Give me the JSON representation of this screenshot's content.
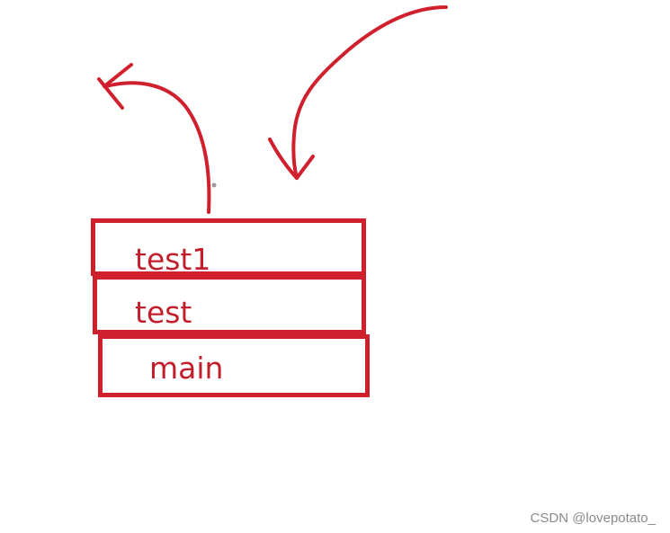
{
  "stack": {
    "frames": [
      {
        "label": "test1"
      },
      {
        "label": "test"
      },
      {
        "label": "main"
      }
    ]
  },
  "colors": {
    "ink": "#d0202e",
    "label": "#c21f2c",
    "watermark": "#8a8a8a"
  },
  "icons": [
    "arrow-up-left-icon",
    "arrow-down-icon"
  ],
  "watermark": "CSDN @lovepotato_"
}
